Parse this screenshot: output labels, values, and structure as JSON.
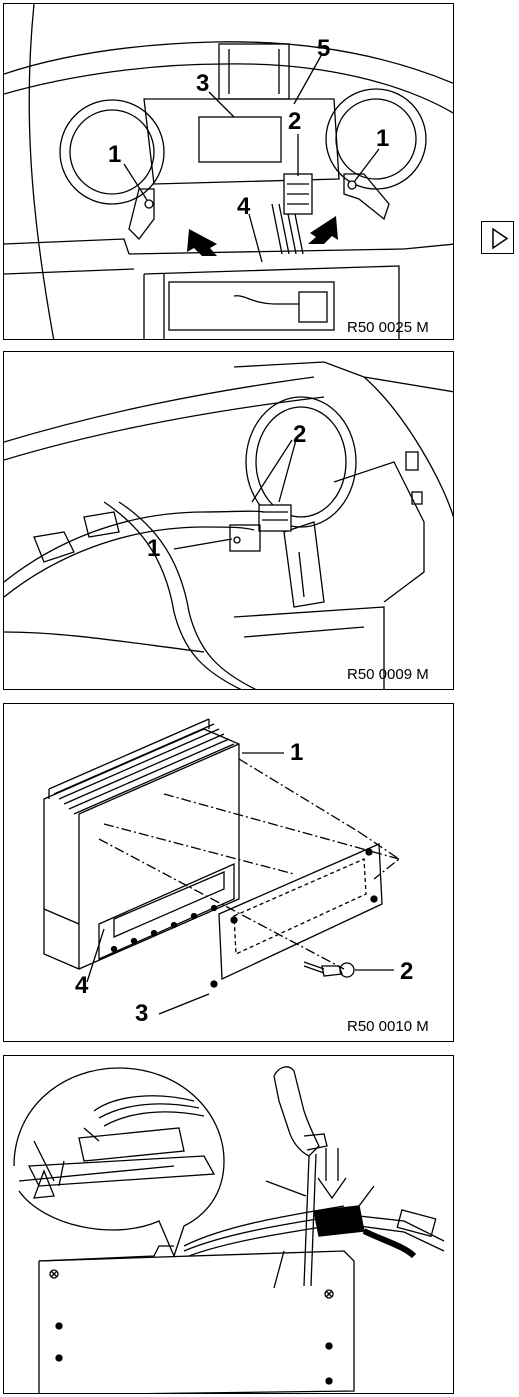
{
  "panels": [
    {
      "reference": "R50 0025 M",
      "callouts": [
        "5",
        "3",
        "2",
        "1",
        "1",
        "4"
      ]
    },
    {
      "reference": "R50 0009 M",
      "callouts": [
        "2",
        "1"
      ]
    },
    {
      "reference": "R50 0010 M",
      "callouts": [
        "1",
        "2",
        "3",
        "4"
      ]
    },
    {
      "reference": "",
      "callouts": []
    }
  ],
  "navigation": {
    "next_icon": "play-triangle-icon"
  }
}
